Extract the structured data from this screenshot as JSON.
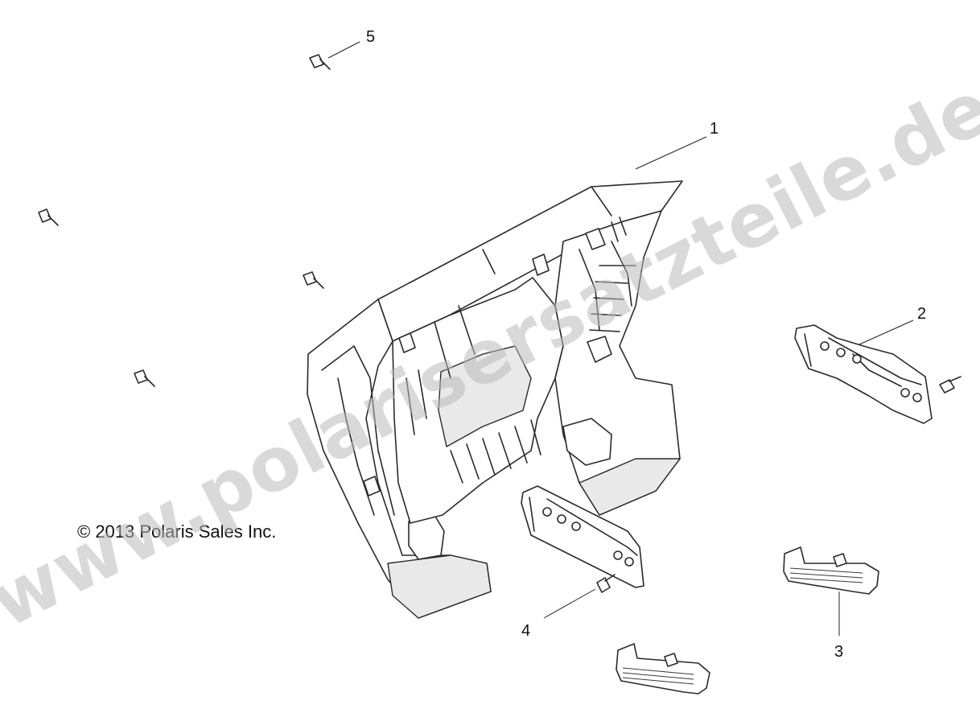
{
  "diagram": {
    "callouts": [
      {
        "id": "1",
        "label": "1"
      },
      {
        "id": "2",
        "label": "2"
      },
      {
        "id": "3",
        "label": "3"
      },
      {
        "id": "4",
        "label": "4"
      },
      {
        "id": "5",
        "label": "5"
      }
    ],
    "copyright": "© 2013 Polaris Sales Inc.",
    "watermark": "www.polarisersatzteile.de"
  }
}
